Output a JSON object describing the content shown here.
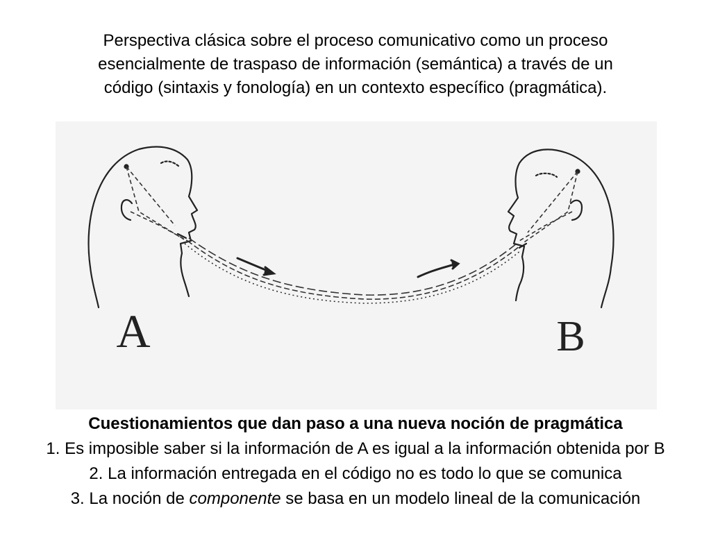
{
  "title": {
    "line1": "Perspectiva clásica sobre el proceso comunicativo como un proceso",
    "line2": "esencialmente de traspaso de información (semántica) a través de un",
    "line3": "código (sintaxis y fonología) en un contexto específico (pragmática)."
  },
  "figure": {
    "label_a": "A",
    "label_b": "B"
  },
  "questions": {
    "heading": "Cuestionamientos que dan paso a una nueva noción de pragmática",
    "item1": "1. Es imposible saber si la información de A es igual a la información obtenida por B",
    "item2": "2. La información entregada en el código no es todo lo que se comunica",
    "item3_prefix": "3. La noción de ",
    "item3_emphasis": "componente",
    "item3_suffix": " se basa en un modelo lineal de la comunicación"
  }
}
